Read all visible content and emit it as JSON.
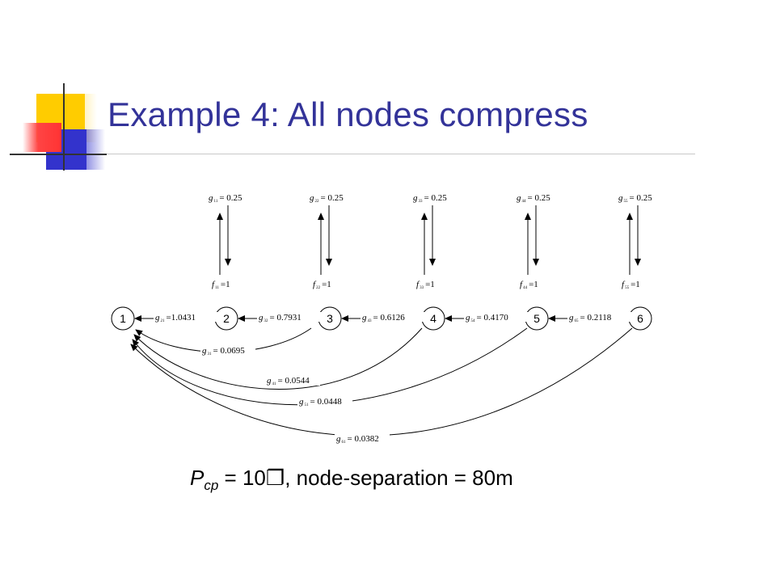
{
  "slide": {
    "title": "Example 4: All nodes compress",
    "caption": {
      "p_symbol": "P",
      "p_subscript": "cp",
      "rest": " = 10",
      "glyph": "❐",
      "rest2": ", node-separation  = 80m"
    }
  },
  "colors": {
    "title": "#333399",
    "deco_yellow": "#FFCC00",
    "deco_red": "#FF3333",
    "deco_blue": "#3333CC"
  },
  "nodes": [
    "1",
    "2",
    "3",
    "4",
    "5",
    "6"
  ],
  "vertical_pairs": [
    {
      "top": "g",
      "top_sub": "11",
      "top_value": "= 0.25",
      "bottom": "f",
      "bottom_sub": "11",
      "bottom_value": "=1"
    },
    {
      "top": "g",
      "top_sub": "22",
      "top_value": "= 0.25",
      "bottom": "f",
      "bottom_sub": "22",
      "bottom_value": "=1"
    },
    {
      "top": "g",
      "top_sub": "33",
      "top_value": "= 0.25",
      "bottom": "f",
      "bottom_sub": "33",
      "bottom_value": "=1"
    },
    {
      "top": "g",
      "top_sub": "44",
      "top_value": "= 0.25",
      "bottom": "f",
      "bottom_sub": "44",
      "bottom_value": "=1"
    },
    {
      "top": "g",
      "top_sub": "55",
      "top_value": "= 0.25",
      "bottom": "f",
      "bottom_sub": "55",
      "bottom_value": "=1"
    }
  ],
  "adjacent_links": [
    {
      "from": "2",
      "to": "1",
      "g": "g",
      "sub": "21",
      "value": "=1.0431"
    },
    {
      "from": "3",
      "to": "2",
      "g": "g",
      "sub": "32",
      "value": "= 0.7931"
    },
    {
      "from": "4",
      "to": "3",
      "g": "g",
      "sub": "43",
      "value": "= 0.6126"
    },
    {
      "from": "5",
      "to": "4",
      "g": "g",
      "sub": "54",
      "value": "= 0.4170"
    },
    {
      "from": "6",
      "to": "5",
      "g": "g",
      "sub": "65",
      "value": "= 0.2118"
    }
  ],
  "long_links": [
    {
      "from": "3",
      "to": "1",
      "g": "g",
      "sub": "31",
      "value": "= 0.0695"
    },
    {
      "from": "4",
      "to": "1",
      "g": "g",
      "sub": "41",
      "value": "= 0.0544"
    },
    {
      "from": "5",
      "to": "1",
      "g": "g",
      "sub": "51",
      "value": "= 0.0448"
    },
    {
      "from": "6",
      "to": "1",
      "g": "g",
      "sub": "61",
      "value": "= 0.0382"
    }
  ]
}
